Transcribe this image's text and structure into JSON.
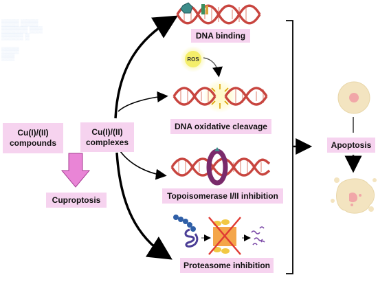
{
  "labels": {
    "compounds": "Cu(I)/(II)\ncompounds",
    "complexes": "Cu(I)/(II)\ncomplexes",
    "cuproptosis": "Cuproptosis",
    "dna_binding": "DNA binding",
    "ros": "ROS",
    "dna_cleavage": "DNA oxidative cleavage",
    "topoisomerase": "Topoisomerase I/II inhibition",
    "proteasome": "Proteasome inhibition",
    "apoptosis": "Apoptosis"
  },
  "colors": {
    "label_bg": "#f6d3ef",
    "dna_red": "#c8453f",
    "dna_rung": "#e8a79c",
    "pink_arrow": "#e985d6",
    "ros_glow": "#f4ee6a",
    "ring": "#7a2a6b",
    "cell": "#f3e4c0",
    "nucleus": "#f1a7a8"
  }
}
